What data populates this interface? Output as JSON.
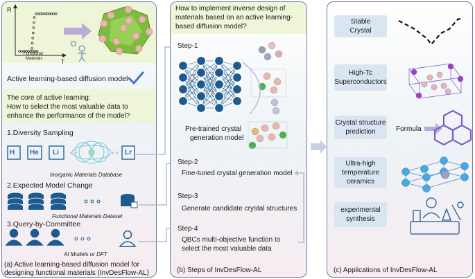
{
  "panel_a": {
    "plot": {
      "y_axis_label": "R",
      "x_axis_label_line1": "Functional",
      "x_axis_label_line2": "Materials",
      "x_axis_end": "T"
    },
    "active_learning_title": "Active learning-based diffusion model",
    "core_question_line1": "The core of active learning:",
    "core_question_line2": "How to select the most valuable data to",
    "core_question_line3": "enhance the performance of the model?",
    "method1": "1.Diversity Sampling",
    "elements": [
      "H",
      "He",
      "Li",
      "Lr"
    ],
    "database_label": "Inorganic Materials Database",
    "method2": "2.Expected Model Change",
    "dataset_label": "Functional Materials Dataset",
    "method3": "3.Query-by-Committee",
    "committee_label": "AI Models or DFT",
    "caption_line1": "(a) Active learning-based diffusion model for",
    "caption_line2": "designing functional materials (InvDesFlow-AL)"
  },
  "panel_b": {
    "question_line1": "How to implement inverse design of",
    "question_line2": "materials based on an active learning-",
    "question_line3": "based diffusion model?",
    "step1": "Step-1",
    "pretrained_line1": "Pre-trained crystal",
    "pretrained_line2": "generation model",
    "step2": "Step-2",
    "step2_text": "Fine-tuned crystal generation model",
    "step3": "Step-3",
    "step3_text": "Generate candidate crystal structures",
    "step4": "Step-4",
    "step4_text_line1": "QBCs multi-objective function to",
    "step4_text_line2": "select the most valuable data",
    "caption": "(b) Steps of InvDesFlow-AL"
  },
  "panel_c": {
    "app1_line1": "Stable",
    "app1_line2": "Crystal",
    "app2_line1": "High-Tc",
    "app2_line2": "Superconductors",
    "app3_line1": "Crystal structure",
    "app3_line2": "prediction",
    "formula_label": "Formula",
    "app4_line1": "Ultra-high",
    "app4_line2": "temperature",
    "app4_line3": "ceramics",
    "app5_line1": "experimental",
    "app5_line2": "synthesis",
    "caption": "(c) Applications of InvDesFlow-AL"
  },
  "colors": {
    "panel_border": "#6f7aa3",
    "highlight_yellow": "#eef5d8",
    "app_box_blue": "#d9e6f2",
    "icon_blue": "#1e5a8e",
    "arrow_purple": "#b9aad8",
    "checkmark_blue": "#4472c4"
  }
}
